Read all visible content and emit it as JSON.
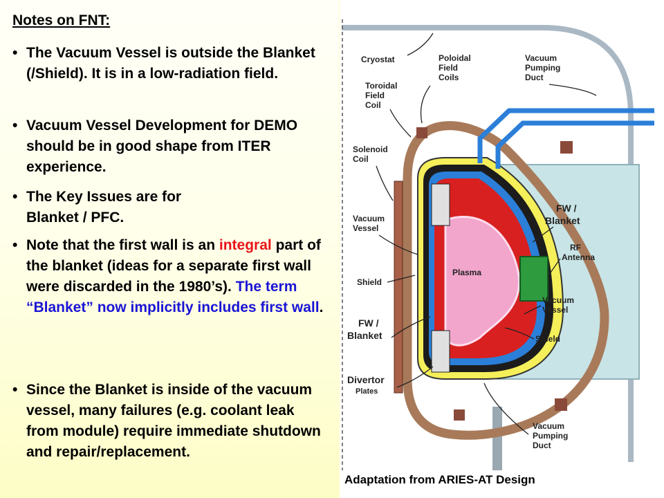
{
  "notes": {
    "heading": "Notes on FNT:",
    "bullet_char": "•",
    "b1": "The Vacuum Vessel is outside the Blanket (/Shield). It is in a low-radiation field.",
    "b2": "Vacuum Vessel Development for DEMO should be in good shape from ITER experience.",
    "b3_l1": "The Key Issues are for",
    "b3_l2": "Blanket / PFC.",
    "b4_a": "Note that the first wall is an ",
    "b4_red": "integral",
    "b4_b": " part of the blanket (ideas for a separate first wall were discarded in the 1980’s). ",
    "b4_blue": "The term “Blanket” now implicitly includes first wall",
    "b4_end": ".",
    "b5": "Since the Blanket is inside of the vacuum vessel, many failures (e.g. coolant leak from module) require immediate shutdown and repair/replacement."
  },
  "diagram": {
    "labels": {
      "cryostat": "Cryostat",
      "poloidal1": "Poloidal",
      "poloidal2": "Field",
      "poloidal3": "Coils",
      "vpd_top1": "Vacuum",
      "vpd_top2": "Pumping",
      "vpd_top3": "Duct",
      "tf1": "Toroidal",
      "tf2": "Field",
      "tf3": "Coil",
      "sol1": "Solenoid",
      "sol2": "Coil",
      "vv_left1": "Vacuum",
      "vv_left2": "Vessel",
      "shield_left": "Shield",
      "fw_left1": "FW /",
      "fw_left2": "Blanket",
      "div1": "Divertor",
      "div2": "Plates",
      "fw_right1": "FW /",
      "fw_right2": "Blanket",
      "rf1": "RF",
      "rf2": "Antenna",
      "plasma": "Plasma",
      "vv_right1": "Vacuum",
      "vv_right2": "Vessel",
      "shield_right": "Shield",
      "vpd_bot1": "Vacuum",
      "vpd_bot2": "Pumping",
      "vpd_bot3": "Duct"
    },
    "caption": "Adaptation from ARIES-AT Design"
  }
}
